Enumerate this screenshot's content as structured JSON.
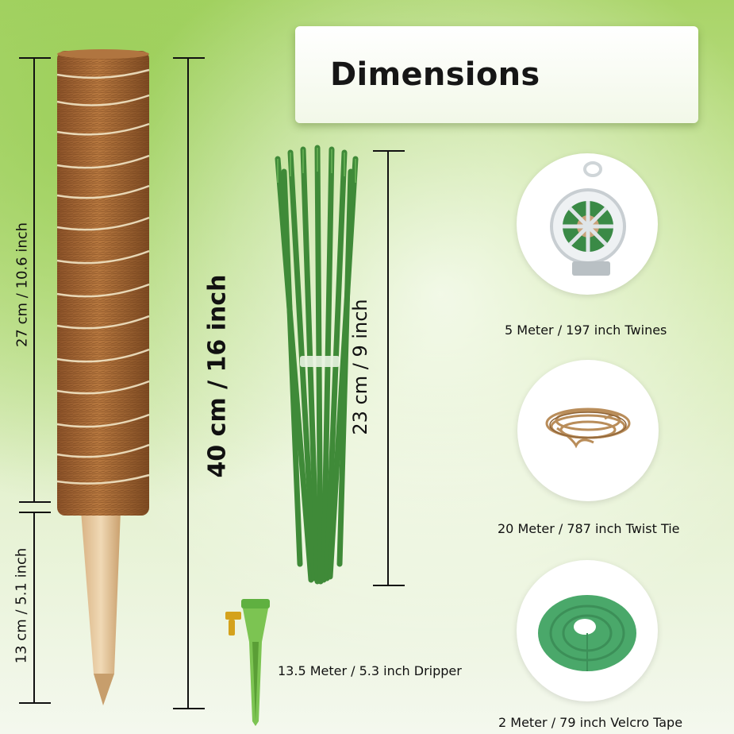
{
  "title": "Dimensions",
  "pole": {
    "moss_length_label": "27 cm / 10.6 inch",
    "stake_length_label": "13 cm / 5.1 inch",
    "total_length_label": "40 cm / 16 inch"
  },
  "ties": {
    "length_label": "23 cm / 9 inch"
  },
  "accessories": {
    "twine_caption": "5 Meter / 197 inch Twines",
    "twist_tie_caption": "20 Meter / 787 inch Twist Tie",
    "velcro_caption": "2 Meter / 79 inch Velcro Tape",
    "dripper_caption": "13.5 Meter / 5.3 inch Dripper"
  },
  "colors": {
    "moss": "#a5673a",
    "wood": "#e8c9a0",
    "tie_green": "#3f8a38",
    "velcro_green": "#4aa86a",
    "jute": "#b98d5a"
  }
}
